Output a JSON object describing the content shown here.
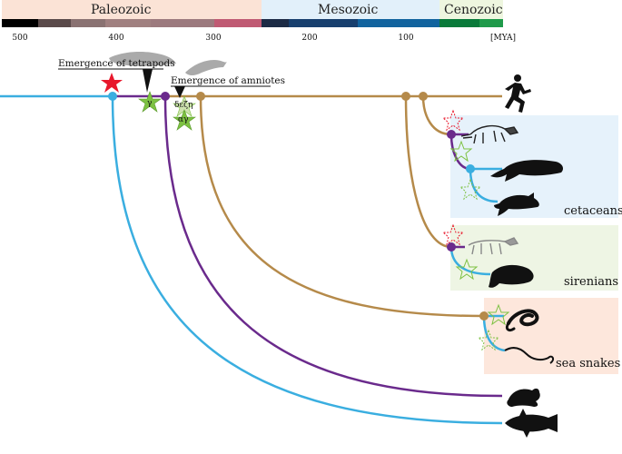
{
  "eras": {
    "paleozoic": "Paleozoic",
    "mesozoic": "Mesozoic",
    "cenozoic": "Cenozoic"
  },
  "timescale": {
    "ticks": [
      "500",
      "400",
      "300",
      "200",
      "100",
      "[MYA]"
    ]
  },
  "annotations": {
    "tetrapods": "Emergence of tetrapods",
    "amniotes": "Emergence of amniotes",
    "star_label_1": "γ",
    "star_label_2a": "δεζη",
    "star_label_2b": "αγ"
  },
  "groups": {
    "cetaceans": "cetaceans",
    "sirenians": "sirenians",
    "sea_snakes": "sea snakes"
  },
  "colors": {
    "blue_lineage": "#3aaee0",
    "purple_lineage": "#6a2a8c",
    "brown_lineage": "#b58a4a",
    "cetacean_box": "#e6f2fb",
    "sirenian_box": "#eef5e4",
    "snake_box": "#fde7dc",
    "paleozoic_band": "#fbe3d6",
    "mesozoic_band": "#e2f0fa",
    "cenozoic_band": "#eef6df",
    "star_red": "#e8182c",
    "star_green": "#7dc142"
  }
}
